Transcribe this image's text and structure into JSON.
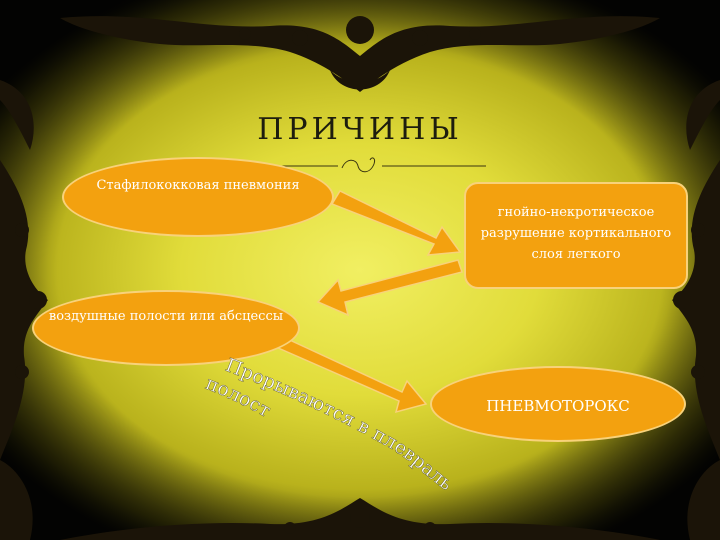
{
  "title": "ПРИЧИНЫ",
  "nodes": {
    "staph": "Стафилококковая пневмония",
    "necrosis": "гнойно-некротическое разрушение кортикального слоя легкого",
    "cavities": "воздушные полости или абсцессы",
    "pneumothorax": "ПНЕВМОТОРОКС"
  },
  "rupture_text": {
    "line1": "Прорываются в плевральную",
    "line2": "полость"
  },
  "colors": {
    "node_fill": "#f3a10f",
    "arrow": "#f3a10f",
    "ornament": "#1b1408"
  }
}
